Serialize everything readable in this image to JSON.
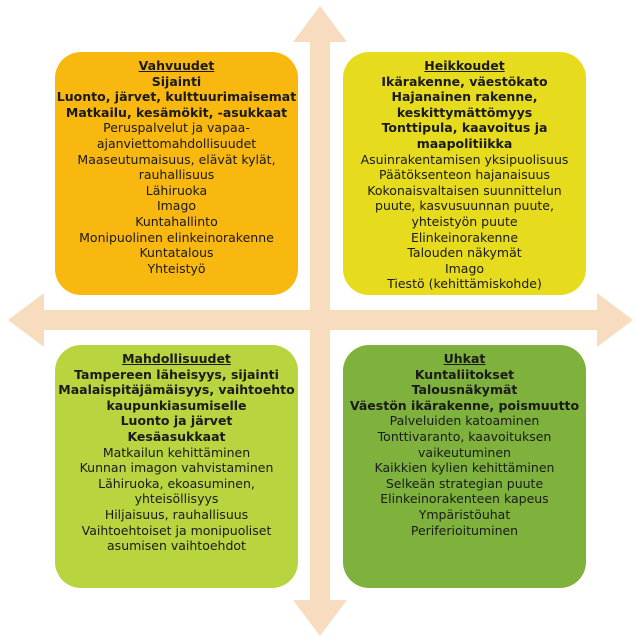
{
  "colors": {
    "arrow": "#f8dcc0",
    "strengths": "#f9b810",
    "weaknesses": "#e6db1c",
    "opportunities": "#b8d43e",
    "threats": "#7fb23c"
  },
  "quadrants": [
    {
      "key": "s",
      "heading": "Vahvuudet",
      "bold": [
        "Sijainti",
        "Luonto, järvet, kulttuurimaisemat",
        "Matkailu, kesämökit, -asukkaat"
      ],
      "regular": [
        "Peruspalvelut ja vapaa-",
        "ajanviettomahdollisuudet",
        "Maaseutumaisuus, elävät kylät,",
        "rauhallisuus",
        "Lähiruoka",
        "Imago",
        "Kuntahallinto",
        "Monipuolinen elinkeinorakenne",
        "Kuntatalous",
        "Yhteistyö"
      ]
    },
    {
      "key": "w",
      "heading": "Heikkoudet",
      "bold": [
        "Ikärakenne, väestökato",
        "Hajanainen rakenne,",
        "keskittymättömyys",
        "Tonttipula, kaavoitus ja",
        "maapolitiikka"
      ],
      "regular": [
        "Asuinrakentamisen yksipuolisuus",
        "Päätöksenteon hajanaisuus",
        "Kokonaisvaltaisen suunnittelun",
        "puute, kasvusuunnan puute,",
        "yhteistyön puute",
        "Elinkeinorakenne",
        "Talouden näkymät",
        "Imago",
        "Tiestö (kehittämiskohde)"
      ]
    },
    {
      "key": "o",
      "heading": "Mahdollisuudet",
      "bold": [
        "Tampereen läheisyys, sijainti",
        "Maalaispitäjämäisyys, vaihtoehto",
        "kaupunkiasumiselle",
        "Luonto ja järvet",
        "Kesäasukkaat"
      ],
      "regular": [
        "Matkailun kehittäminen",
        "Kunnan imagon vahvistaminen",
        "Lähiruoka, ekoasuminen,",
        "yhteisöllisyys",
        "Hiljaisuus, rauhallisuus",
        "Vaihtoehtoiset ja monipuoliset",
        "asumisen vaihtoehdot"
      ]
    },
    {
      "key": "t",
      "heading": "Uhkat",
      "bold": [
        "Kuntaliitokset",
        "Talousnäkymät",
        "Väestön ikärakenne, poismuutto"
      ],
      "regular": [
        "Palveluiden katoaminen",
        "Tonttivaranto, kaavoituksen",
        "vaikeutuminen",
        "Kaikkien kylien kehittäminen",
        "Selkeän strategian puute",
        "Elinkeinorakenteen kapeus",
        "Ympäristöuhat",
        "Periferioituminen"
      ]
    }
  ]
}
